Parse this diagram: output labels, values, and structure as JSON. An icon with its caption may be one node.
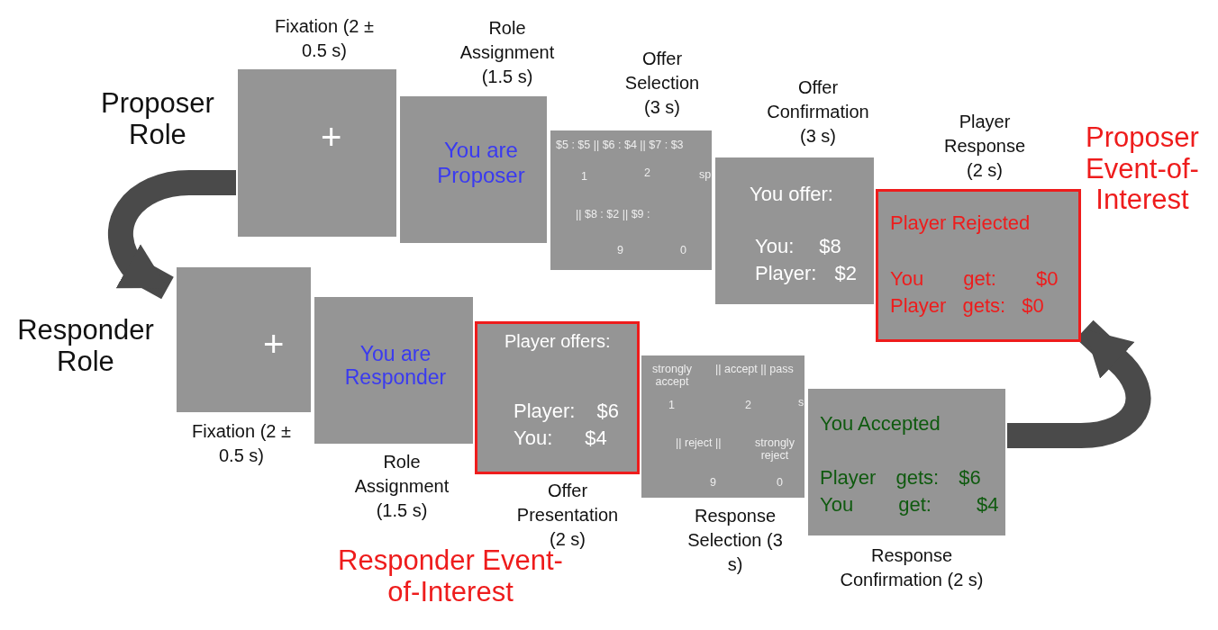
{
  "diagram": {
    "nodes": [
      {
        "text": [
          "+"
        ],
        "beside": [
          "Fixation (2 ± 0.5 s)"
        ]
      },
      {
        "text": [
          "You are Proposer"
        ],
        "beside": [
          "Role Assignment (1.5 s)"
        ]
      },
      {
        "text": [
          "$5 : $5 || $6 : $4 || $7 : $3",
          "1",
          "2",
          "sp",
          "|| $8 : $2 || $9 :",
          "9",
          "0"
        ],
        "beside": [
          "Offer Selection (3 s)"
        ]
      },
      {
        "text": [
          "You offer:",
          "You: $8",
          "Player: $2"
        ],
        "beside": [
          "Offer Confirmation (3 s)"
        ]
      },
      {
        "text": [
          "Player Rejected",
          "You get: $0",
          "Player gets: $0"
        ],
        "beside": [
          "Player Response (2 s)"
        ]
      },
      {
        "text": [
          "+"
        ],
        "beside": [
          "Fixation (2 ± 0.5 s)"
        ]
      },
      {
        "text": [
          "You are Responder"
        ],
        "beside": [
          "Role Assignment (1.5 s)"
        ]
      },
      {
        "text": [
          "Player offers:",
          "Player: $6",
          "You: $4"
        ],
        "beside": [
          "Offer Presentation (2 s)"
        ]
      },
      {
        "text": [
          "strongly accept",
          "|| accept || pass",
          "1",
          "2",
          "s",
          "|| reject ||",
          "strongly reject",
          "9",
          "0"
        ],
        "beside": [
          "Response Selection (3 s)"
        ]
      },
      {
        "text": [
          "You Accepted",
          "Player gets: $6",
          "You get: $4"
        ],
        "beside": [
          "Response Confirmation (2 s)"
        ]
      }
    ],
    "edges": [
      {
        "from": 0,
        "to": 5,
        "arrow": "to"
      },
      {
        "from": 9,
        "to": 4,
        "arrow": "to"
      }
    ],
    "labels": [
      "Proposer Role",
      "Responder Role",
      "Proposer Event-of-Interest",
      "Responder Event-of-Interest"
    ]
  }
}
